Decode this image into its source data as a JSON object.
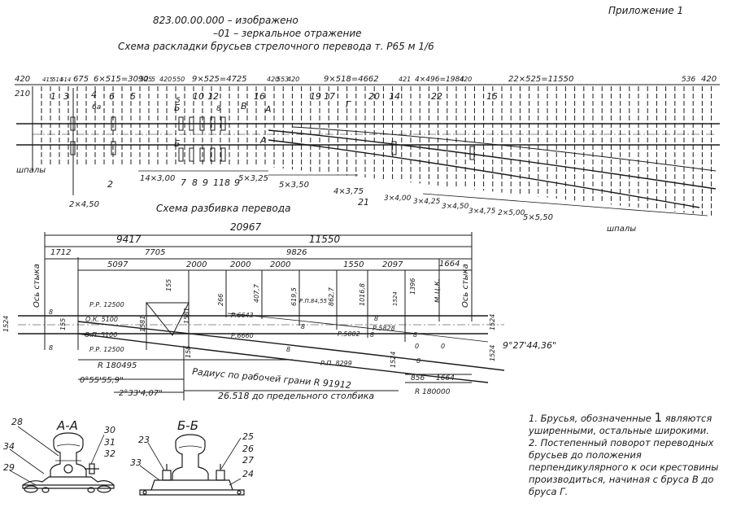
{
  "header": {
    "appendix": "Приложение 1",
    "code_line": "823.00.00.000     – изображено",
    "mirror_line": "–01 – зеркальное отражение",
    "title": "Схема раскладки брусьев стрелочного   перевода т. Р65 м 1/6"
  },
  "layout_plan": {
    "top_dims": [
      "420",
      "415",
      "514",
      "514",
      "675",
      "6×515=3090",
      "525",
      "5",
      "420",
      "550",
      "9×525=4725",
      "420",
      "553",
      "420",
      "9×518=4662",
      "421",
      "4×496=1984",
      "420",
      "22×525=11550",
      "536",
      "420"
    ],
    "first_dim": "210",
    "part_labels": [
      "1",
      "3",
      "4",
      "6",
      "5",
      "6а",
      "5",
      "10",
      "12",
      "8",
      "16",
      "А",
      "А",
      "19",
      "17",
      "Г",
      "20",
      "14",
      "22",
      "15",
      "2",
      "7",
      "8",
      "9",
      "11",
      "8",
      "9"
    ],
    "bottom_dims": [
      "14×3,00",
      "5×3,25",
      "5×3,50",
      "4×3,75",
      "3×4,00",
      "3×4,25",
      "3×4,50",
      "3×4,75",
      "2×5,00",
      "5×5,50"
    ],
    "labels": {
      "shpaly_left": "шпалы",
      "shpaly_right": "шпалы",
      "dim_2x450": "2×4,50",
      "b_left": "Б",
      "b_left2": "Б",
      "v_label": "В",
      "label_21": "21"
    }
  },
  "breakdown": {
    "title": "Схема разбивка перевода",
    "total": "20967",
    "dims": {
      "d9417": "9417",
      "d11550": "11550",
      "d1712": "1712",
      "d7705": "7705",
      "d9826": "9826",
      "d1664": "1664",
      "d5097": "5097",
      "d2000a": "2000",
      "d2000b": "2000",
      "d2000c": "2000",
      "d1550": "1550",
      "d2097": "2097"
    },
    "axis_left": "Ось стыка",
    "axis_right": "Ось стыка",
    "mck": "м.ц.к.",
    "vertical": [
      "155",
      "266",
      "407,7",
      "619,5",
      "862,7",
      "1016,8",
      "1524",
      "1524",
      "1396",
      "155",
      "1581",
      "1581",
      "155",
      "1524",
      "1524",
      "1524"
    ],
    "radii": {
      "rr12500a": "Р.Р. 12500",
      "ok5100": "О.К. 5100",
      "op5100": "О.П. 5100",
      "rr12500b": "Р.Р. 12500",
      "r180495": "R 180495",
      "p6643": "Р.6643",
      "p6660": "Р.6660",
      "rp84_55": "Р.П.84,55",
      "p5002": "Р.5002",
      "p5828": "Р.5828",
      "rp8299": "Р.П. 8299",
      "r180000": "R 180000"
    },
    "radius_work": "Радиус по рабочей грани R 91912",
    "angle1": "0°55'55,9\"",
    "angle2": "2°33'4,07\"",
    "angle3": "9°27'44,36\"",
    "small_dims": [
      "8",
      "8",
      "8",
      "8",
      "8",
      "8",
      "8",
      "0",
      "0",
      "0"
    ],
    "d856": "856",
    "d1664b": "1664",
    "frog_dim": "26.518  до предельного  столбика"
  },
  "sections": {
    "aa": {
      "title": "А-А",
      "labels": [
        "28",
        "34",
        "29",
        "30",
        "31",
        "32"
      ]
    },
    "bb": {
      "title": "Б-Б",
      "labels": [
        "23",
        "33",
        "25",
        "26",
        "27",
        "24"
      ]
    }
  },
  "notes": {
    "n1_a": "1. Брусья, обозначенные ",
    "n1_mark": "1",
    "n1_b": " являются уширенными, остальные широкими.",
    "n2": "2. Постепенный поворот переводных брусьев до положения перпендикулярного к оси крестовины производиться, начиная с бруса В до бруса Г."
  }
}
